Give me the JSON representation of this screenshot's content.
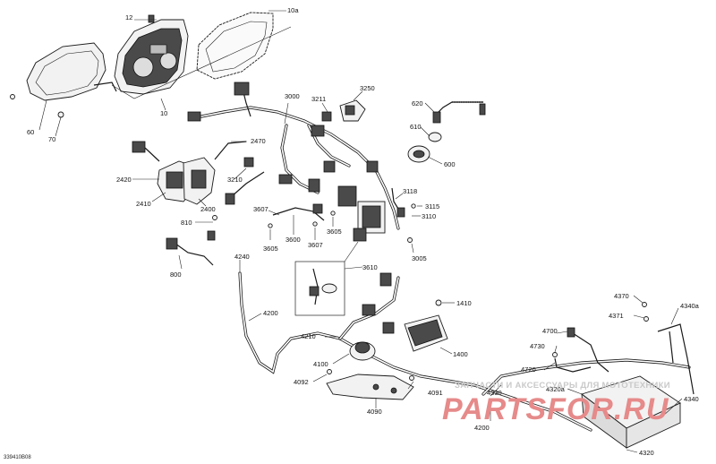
{
  "diagram_id": "339410B08",
  "watermark": {
    "subtitle": "ЗАПЧАСТИ И АКСЕССУАРЫ ДЛЯ МОТОТЕХНИКИ",
    "logo": "PARTSFOR.RU"
  },
  "labels": [
    {
      "key": "l12",
      "text": "12"
    },
    {
      "key": "l10a",
      "text": "10a"
    },
    {
      "key": "l60",
      "text": "60"
    },
    {
      "key": "l70",
      "text": "70"
    },
    {
      "key": "l10",
      "text": "10"
    },
    {
      "key": "l3000",
      "text": "3000"
    },
    {
      "key": "l3211",
      "text": "3211"
    },
    {
      "key": "l3250",
      "text": "3250"
    },
    {
      "key": "l620",
      "text": "620"
    },
    {
      "key": "l610",
      "text": "610"
    },
    {
      "key": "l600",
      "text": "600"
    },
    {
      "key": "l2470",
      "text": "2470"
    },
    {
      "key": "l2420",
      "text": "2420"
    },
    {
      "key": "l3210",
      "text": "3210"
    },
    {
      "key": "l2410",
      "text": "2410"
    },
    {
      "key": "l2400",
      "text": "2400"
    },
    {
      "key": "l3118",
      "text": "3118"
    },
    {
      "key": "l3115",
      "text": "3115"
    },
    {
      "key": "l3110",
      "text": "3110"
    },
    {
      "key": "l810",
      "text": "810"
    },
    {
      "key": "l3607a",
      "text": "3607"
    },
    {
      "key": "l3605a",
      "text": "3605"
    },
    {
      "key": "l3600",
      "text": "3600"
    },
    {
      "key": "l3607b",
      "text": "3607"
    },
    {
      "key": "l3605b",
      "text": "3605"
    },
    {
      "key": "l3005",
      "text": "3005"
    },
    {
      "key": "l800",
      "text": "800"
    },
    {
      "key": "l4240",
      "text": "4240"
    },
    {
      "key": "l3610",
      "text": "3610"
    },
    {
      "key": "l1410",
      "text": "1410"
    },
    {
      "key": "l4370",
      "text": "4370"
    },
    {
      "key": "l4340a",
      "text": "4340a"
    },
    {
      "key": "l4371",
      "text": "4371"
    },
    {
      "key": "l4200a",
      "text": "4200"
    },
    {
      "key": "l4210",
      "text": "4210"
    },
    {
      "key": "l4700",
      "text": "4700"
    },
    {
      "key": "l1400",
      "text": "1400"
    },
    {
      "key": "l4730",
      "text": "4730"
    },
    {
      "key": "l4100",
      "text": "4100"
    },
    {
      "key": "l4720",
      "text": "4720"
    },
    {
      "key": "l4092",
      "text": "4092"
    },
    {
      "key": "l4320a",
      "text": "4320a"
    },
    {
      "key": "l4091",
      "text": "4091"
    },
    {
      "key": "l4330",
      "text": "4330"
    },
    {
      "key": "l4340",
      "text": "4340"
    },
    {
      "key": "l4090",
      "text": "4090"
    },
    {
      "key": "l4200b",
      "text": "4200"
    },
    {
      "key": "l4320",
      "text": "4320"
    }
  ]
}
